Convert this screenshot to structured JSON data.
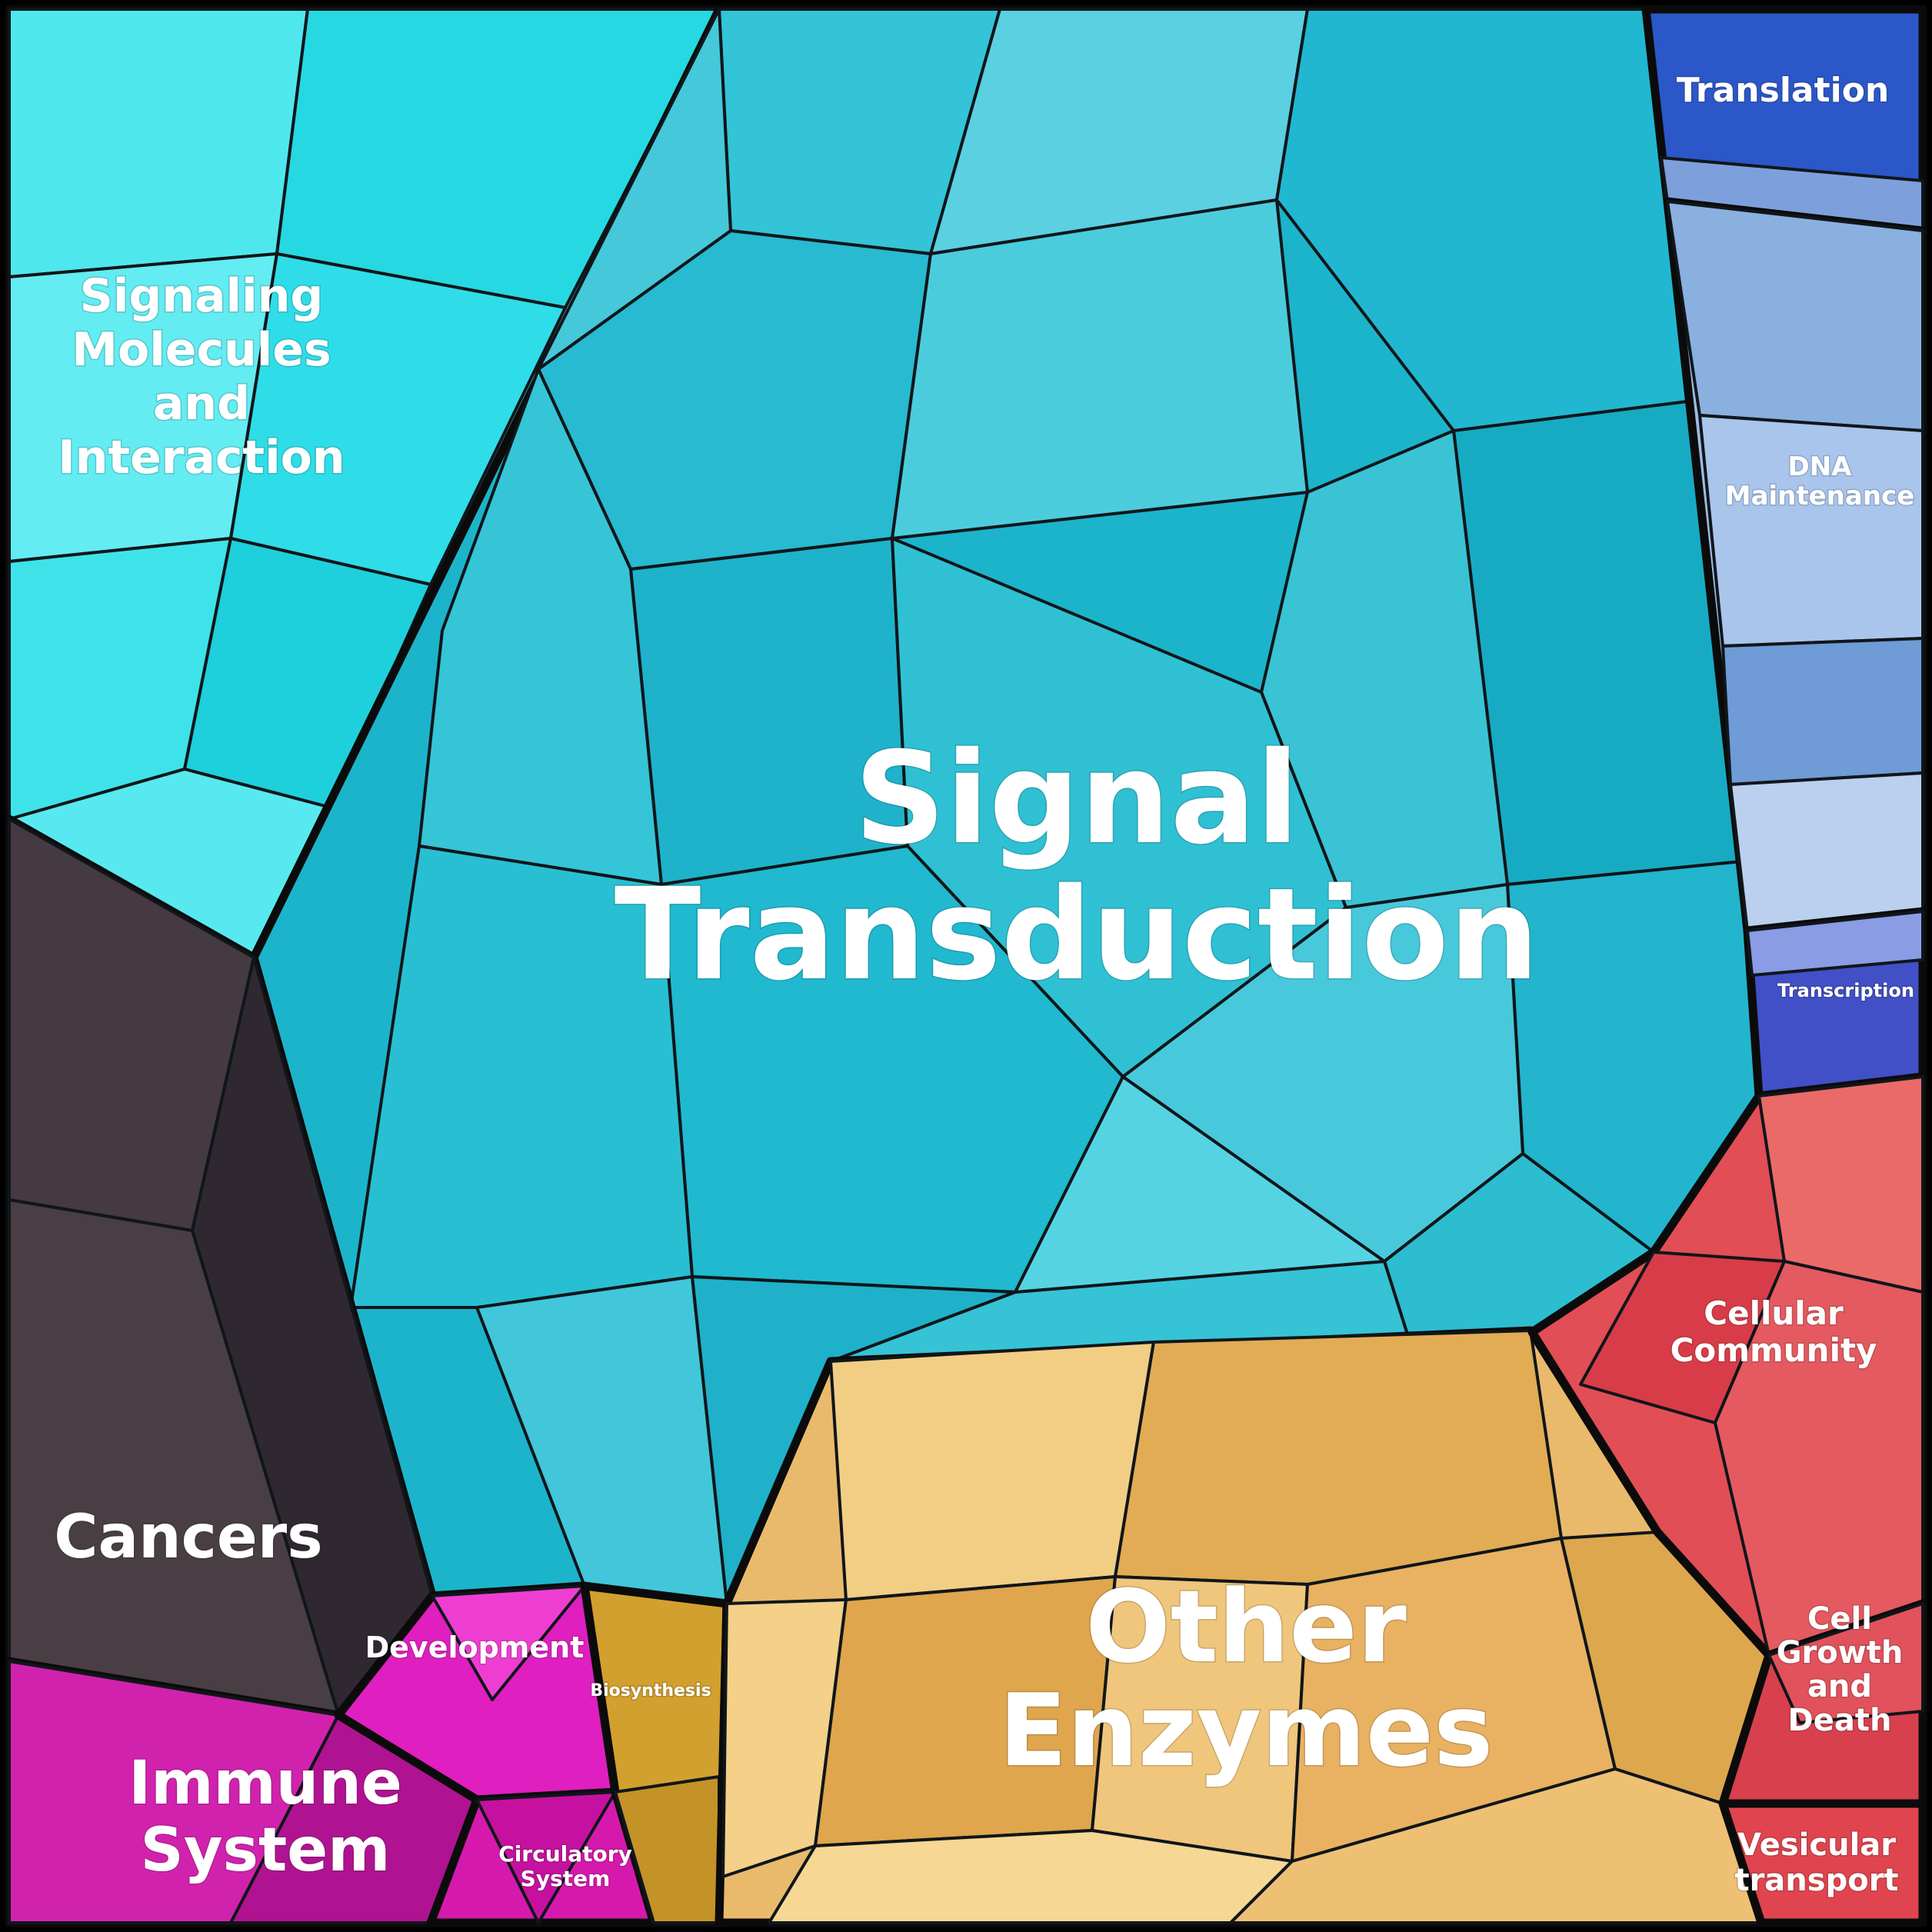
{
  "chart_data": {
    "type": "voronoi-treemap",
    "description": "Proteomap-style Voronoi treemap of functional categories; polygon area encodes relative share",
    "background_color": "#000000",
    "label_color": "#ffffff",
    "regions": [
      {
        "id": "signal-transduction",
        "label": "Signal Transduction",
        "lines": [
          "Signal",
          "Transduction"
        ],
        "color": "#1cb4cb",
        "approx_area_pct": 36
      },
      {
        "id": "signaling-molecules-and-interaction",
        "label": "Signaling Molecules and Interaction",
        "lines": [
          "Signaling",
          "Molecules",
          "and",
          "Interaction"
        ],
        "color": "#35dde6",
        "approx_area_pct": 12
      },
      {
        "id": "other-enzymes",
        "label": "Other Enzymes",
        "lines": [
          "Other",
          "Enzymes"
        ],
        "color": "#e9ba6c",
        "approx_area_pct": 13
      },
      {
        "id": "cancers",
        "label": "Cancers",
        "lines": [
          "Cancers"
        ],
        "color": "#3a3136",
        "approx_area_pct": 6
      },
      {
        "id": "immune-system",
        "label": "Immune System",
        "lines": [
          "Immune",
          "System"
        ],
        "color": "#c417a2",
        "approx_area_pct": 4
      },
      {
        "id": "development",
        "label": "Development",
        "lines": [
          "Development"
        ],
        "color": "#df1fc0",
        "approx_area_pct": 1.6
      },
      {
        "id": "circulatory-system",
        "label": "Circulatory System",
        "lines": [
          "Circulatory",
          "System"
        ],
        "color": "#d619ad",
        "approx_area_pct": 1.2
      },
      {
        "id": "biosynthesis",
        "label": "Biosynthesis",
        "lines": [
          "Biosynthesis"
        ],
        "color": "#d2a02e",
        "approx_area_pct": 1.4
      },
      {
        "id": "translation",
        "label": "Translation",
        "lines": [
          "Translation"
        ],
        "color": "#2b57c8",
        "approx_area_pct": 2.2
      },
      {
        "id": "dna-maintenance",
        "label": "DNA Maintenance",
        "lines": [
          "DNA",
          "Maintenance"
        ],
        "color": "#9cbce6",
        "approx_area_pct": 5
      },
      {
        "id": "transcription",
        "label": "Transcription",
        "lines": [
          "Transcription"
        ],
        "color": "#4150c6",
        "approx_area_pct": 1.3
      },
      {
        "id": "cellular-community",
        "label": "Cellular Community",
        "lines": [
          "Cellular",
          "Community"
        ],
        "color": "#e14e55",
        "approx_area_pct": 4.5
      },
      {
        "id": "cell-growth-and-death",
        "label": "Cell Growth and Death",
        "lines": [
          "Cell",
          "Growth",
          "and",
          "Death"
        ],
        "color": "#d8404d",
        "approx_area_pct": 1.8
      },
      {
        "id": "vesicular-transport",
        "label": "Vesicular transport",
        "lines": [
          "Vesicular",
          "transport"
        ],
        "color": "#e0454f",
        "approx_area_pct": 1.4
      }
    ]
  }
}
